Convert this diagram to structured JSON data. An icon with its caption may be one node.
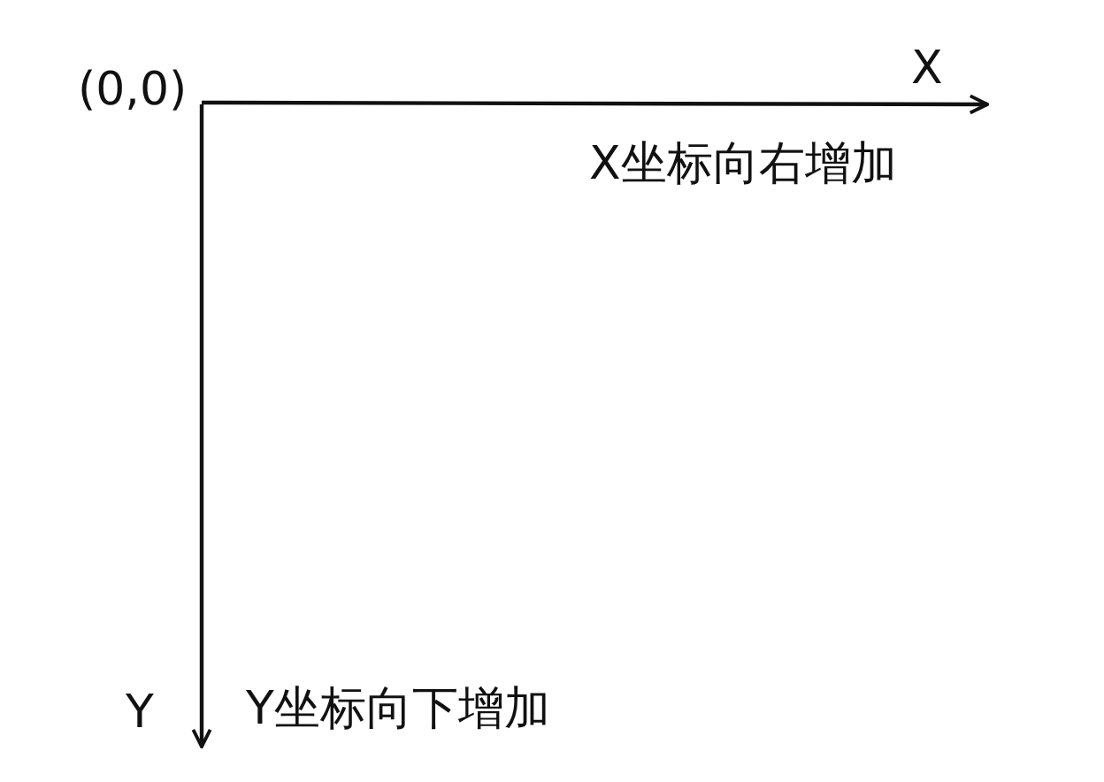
{
  "diagram": {
    "labels": [
      "(0,0)",
      "X",
      "X坐标向右增加",
      "Y",
      "Y坐标向下增加"
    ]
  }
}
